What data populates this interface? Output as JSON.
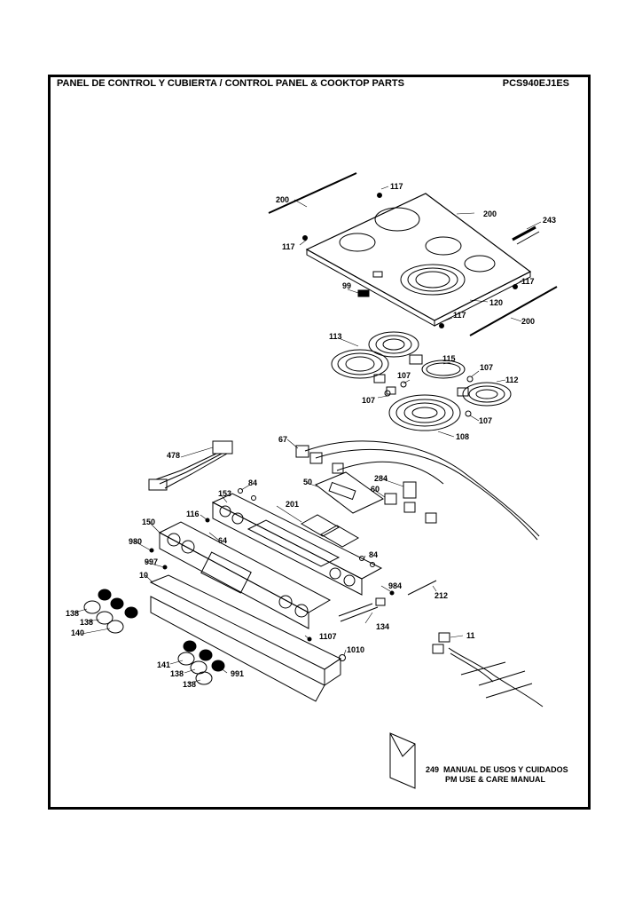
{
  "header": {
    "title": "PANEL DE CONTROL Y CUBIERTA / CONTROL PANEL & COOKTOP PARTS",
    "model": "PCS940EJ1ES"
  },
  "callouts": {
    "c200a": "200",
    "c117a": "117",
    "c200b": "200",
    "c243": "243",
    "c117b": "117",
    "c99": "99",
    "c117c": "117",
    "c120": "120",
    "c117d": "117",
    "c200c": "200",
    "c113": "113",
    "c115": "115",
    "c107a": "107",
    "c107b": "107",
    "c112": "112",
    "c107c": "107",
    "c107d": "107",
    "c108": "108",
    "c67": "67",
    "c478": "478",
    "c84a": "84",
    "c153": "153",
    "c50": "50",
    "c284": "284",
    "c60": "60",
    "c201": "201",
    "c116": "116",
    "c150": "150",
    "c64": "64",
    "c980": "980",
    "c84b": "84",
    "c997": "997",
    "c10": "10",
    "c984": "984",
    "c212": "212",
    "c138a": "138",
    "c138b": "138",
    "c140": "140",
    "c134": "134",
    "c1107": "1107",
    "c11": "11",
    "c1010": "1010",
    "c141": "141",
    "c138c": "138",
    "c138d": "138",
    "c991": "991"
  },
  "manual": {
    "number": "249",
    "line1": "MANUAL DE USOS Y CUIDADOS",
    "line2": "PM USE & CARE MANUAL"
  }
}
